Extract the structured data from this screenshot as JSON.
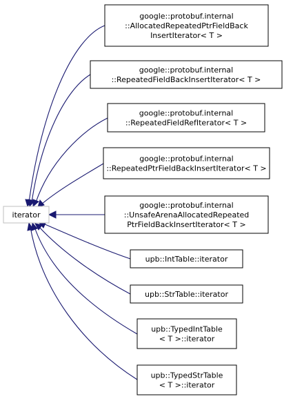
{
  "diagram": {
    "root": {
      "label": "iterator"
    },
    "nodes": [
      {
        "id": "allocated-repeated-ptr-field-back-insert-iterator",
        "lines": [
          "google::protobuf.internal",
          "::AllocatedRepeatedPtrFieldBack",
          "InsertIterator< T >"
        ]
      },
      {
        "id": "repeated-field-back-insert-iterator",
        "lines": [
          "google::protobuf.internal",
          "::RepeatedFieldBackInsertIterator< T >"
        ]
      },
      {
        "id": "repeated-field-ref-iterator",
        "lines": [
          "google::protobuf.internal",
          "::RepeatedFieldRefIterator< T >"
        ]
      },
      {
        "id": "repeated-ptr-field-back-insert-iterator",
        "lines": [
          "google::protobuf.internal",
          "::RepeatedPtrFieldBackInsertIterator< T >"
        ]
      },
      {
        "id": "unsafe-arena-allocated-repeated-ptr-field-back-insert-iterator",
        "lines": [
          "google::protobuf.internal",
          "::UnsafeArenaAllocatedRepeated",
          "PtrFieldBackInsertIterator< T >"
        ]
      },
      {
        "id": "upb-int-table-iterator",
        "lines": [
          "upb::IntTable::iterator"
        ]
      },
      {
        "id": "upb-str-table-iterator",
        "lines": [
          "upb::StrTable::iterator"
        ]
      },
      {
        "id": "upb-typed-int-table-iterator",
        "lines": [
          "upb::TypedIntTable",
          "< T >::iterator"
        ]
      },
      {
        "id": "upb-typed-str-table-iterator",
        "lines": [
          "upb::TypedStrTable",
          "< T >::iterator"
        ]
      }
    ],
    "colors": {
      "edge": "#191970",
      "node_border": "#000000",
      "root_border": "#bfbfbf"
    }
  }
}
